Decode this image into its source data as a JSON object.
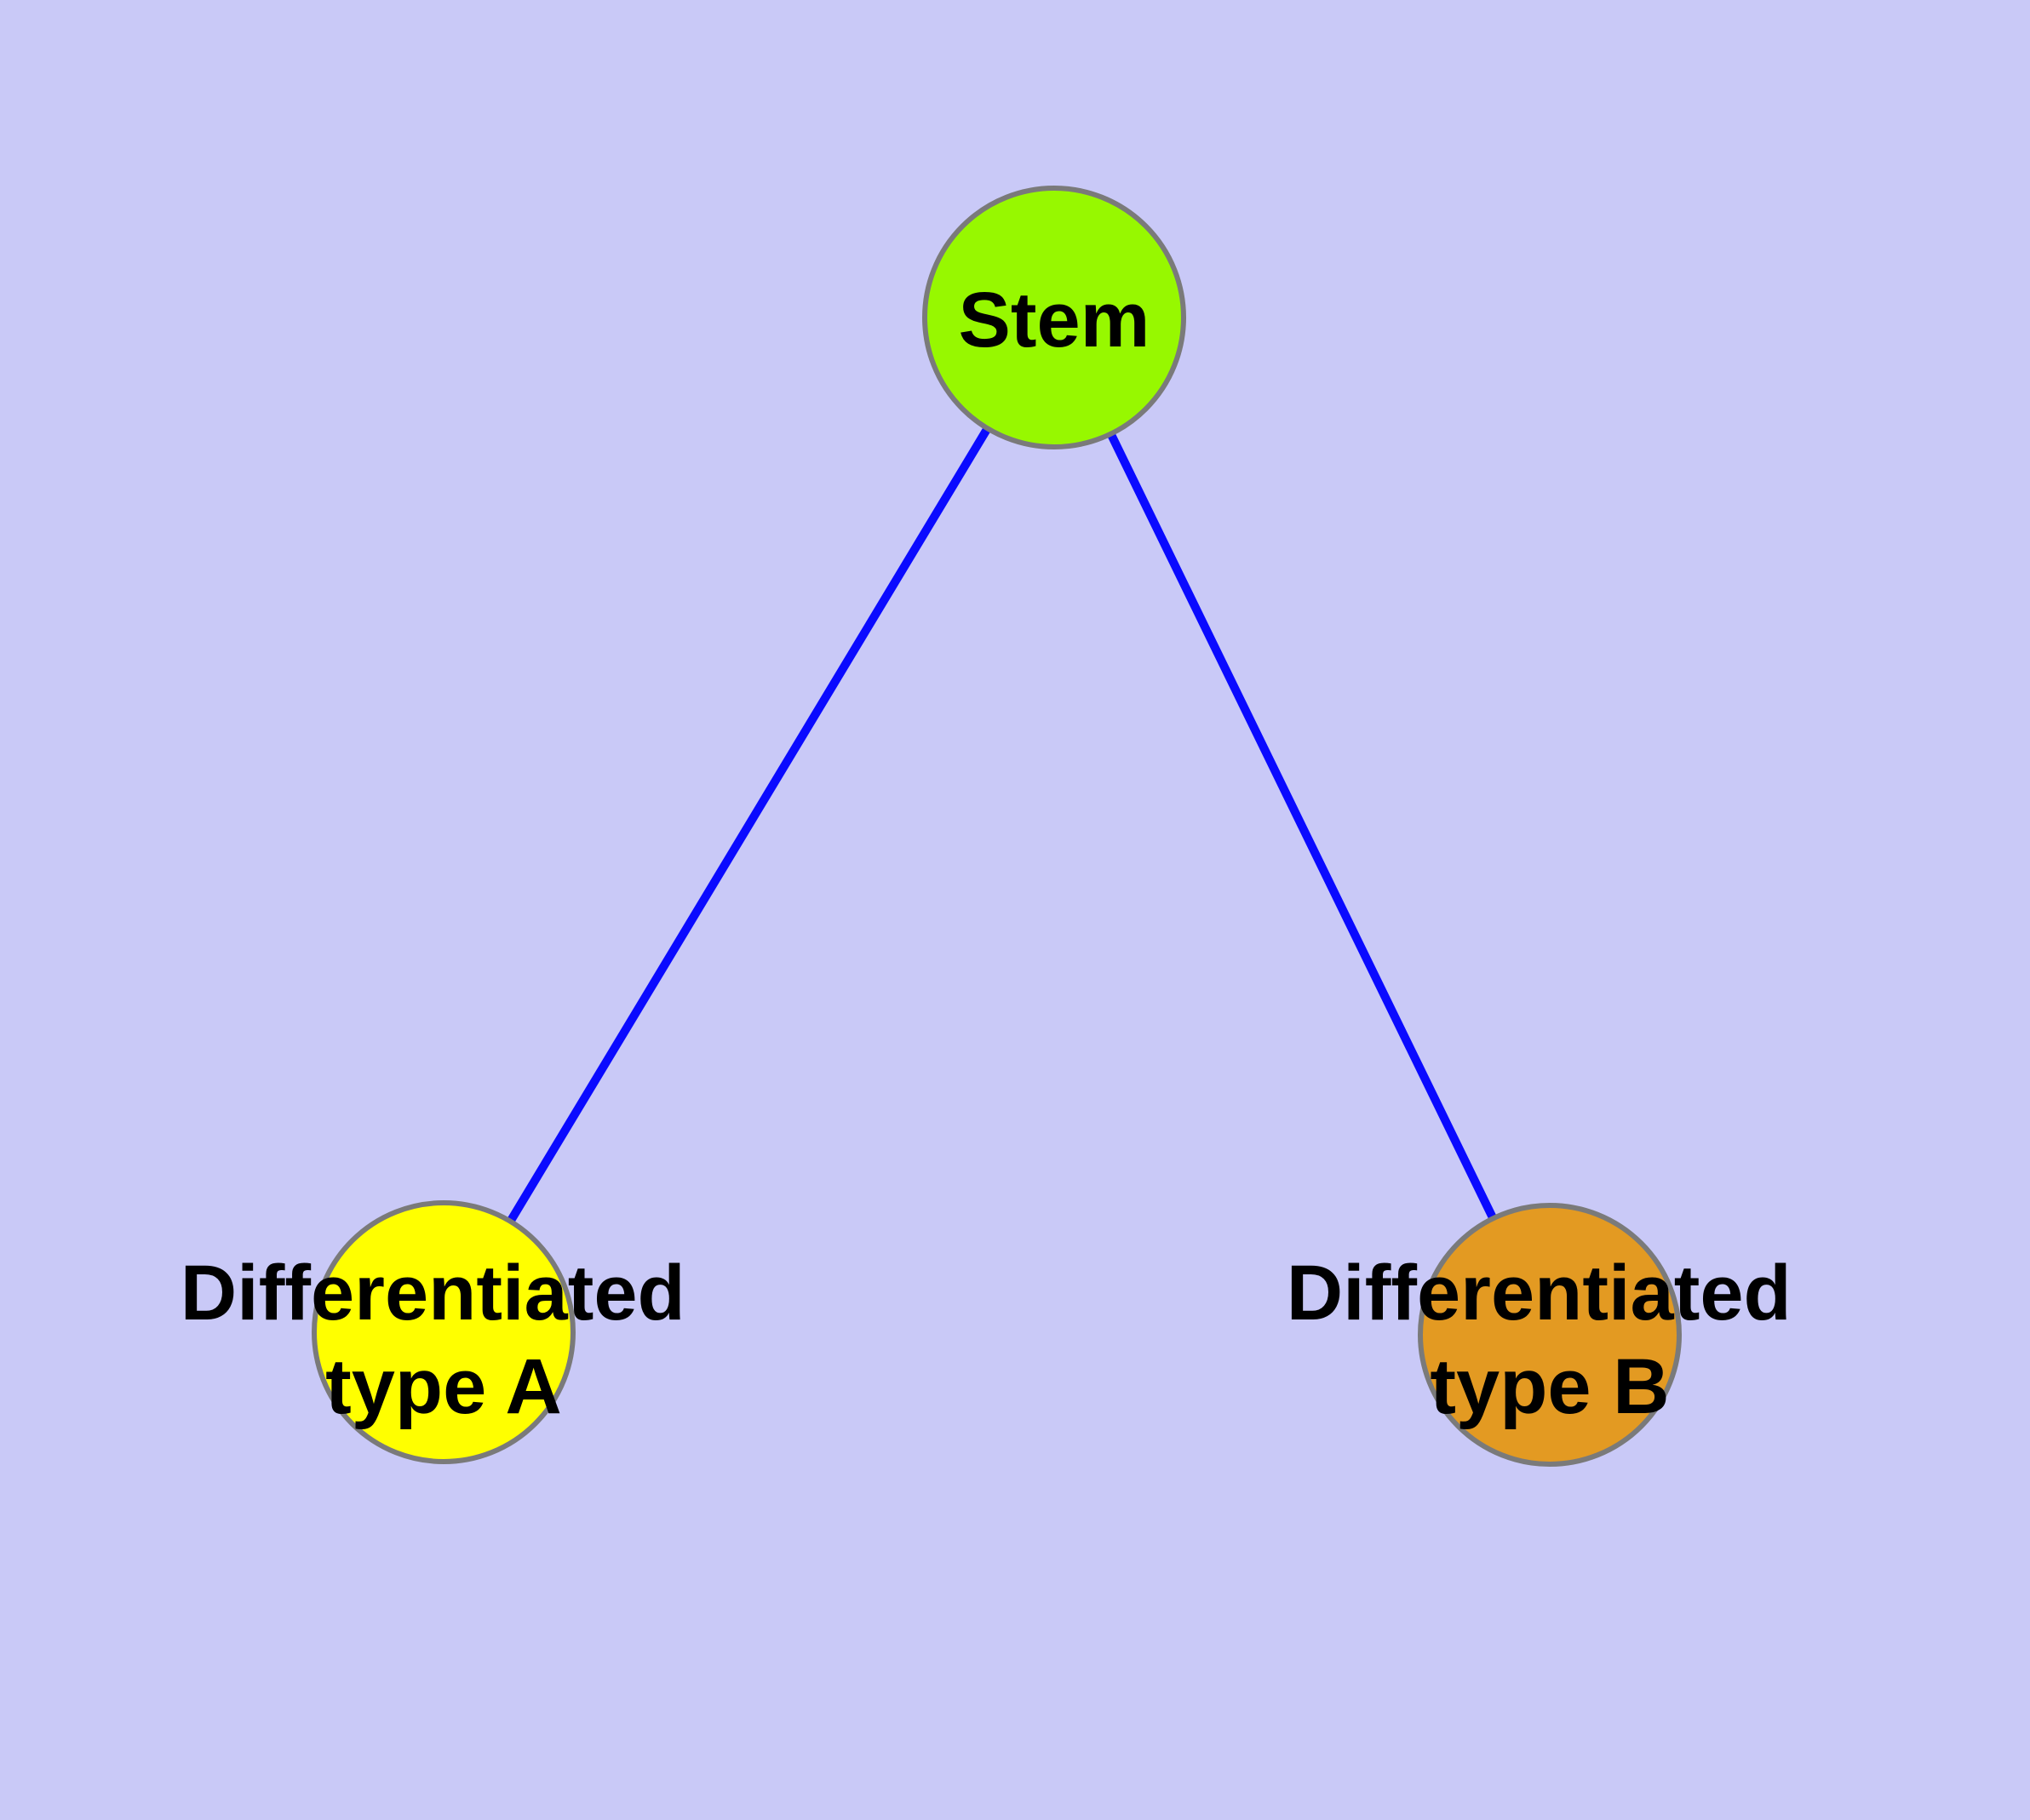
{
  "diagram": {
    "background_color": "#c9c9f7",
    "edge_color": "#0a0aff",
    "node_border_color": "#7a7a7a",
    "label_color": "#000000",
    "nodes": [
      {
        "id": "stem",
        "label": "Stem",
        "lines": [
          "Stem"
        ],
        "color": "#97f800"
      },
      {
        "id": "diff-a",
        "label": "Differentiated type A",
        "lines": [
          "Differentiated",
          "type A"
        ],
        "color": "#ffff00"
      },
      {
        "id": "diff-b",
        "label": "Differentiated type B",
        "lines": [
          "Differentiated",
          "type B"
        ],
        "color": "#e39a22"
      }
    ],
    "edges": [
      {
        "from": "stem",
        "to": "diff-a"
      },
      {
        "from": "stem",
        "to": "diff-b"
      }
    ]
  }
}
